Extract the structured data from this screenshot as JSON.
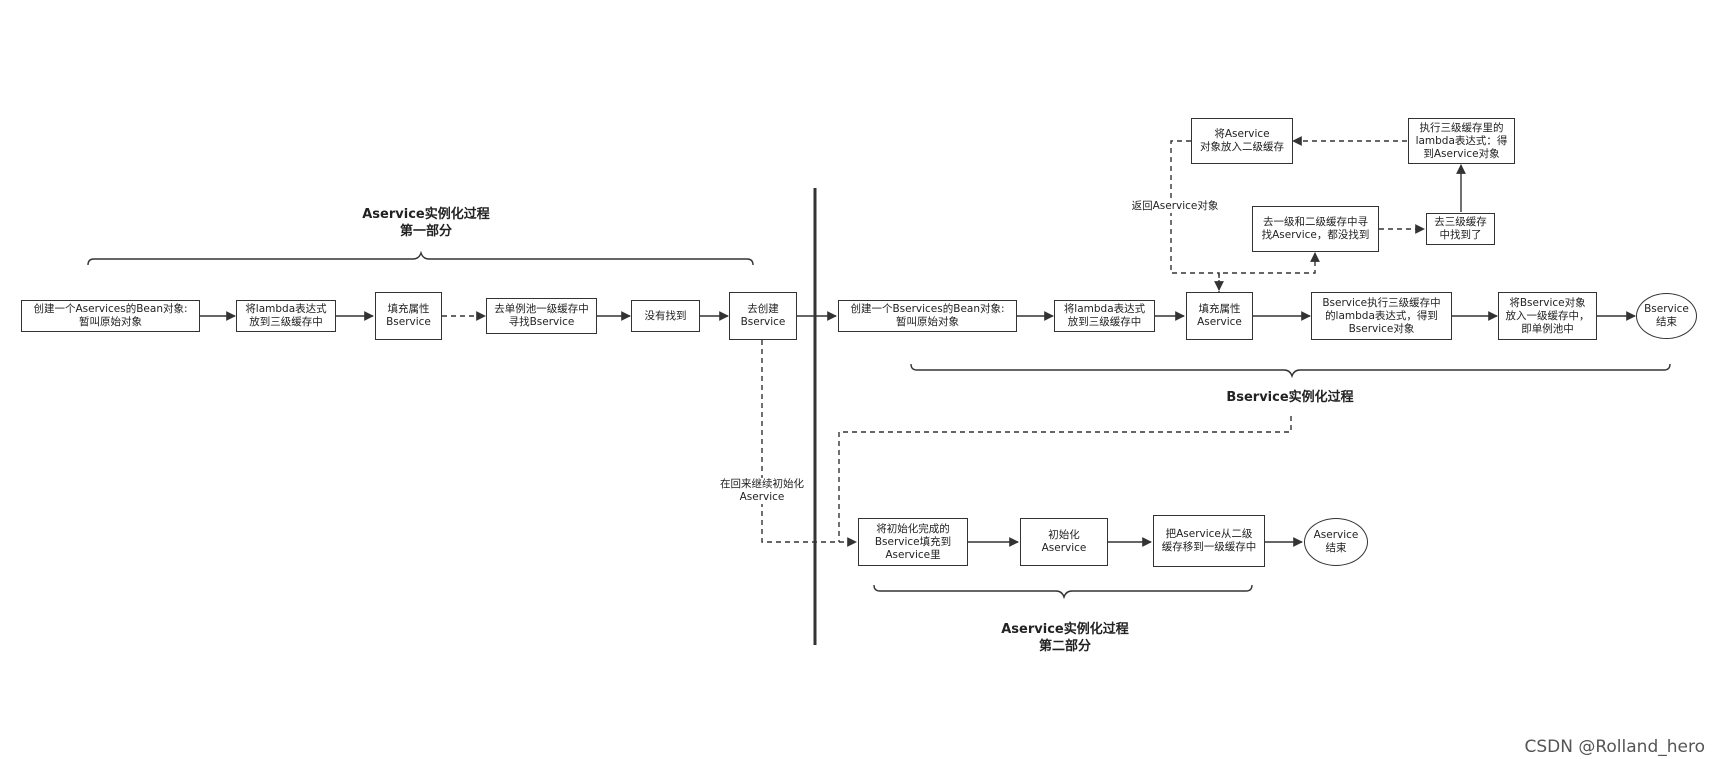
{
  "titles": {
    "a_part1": "Aservice实例化过程\n第一部分",
    "b_process": "Bservice实例化过程",
    "a_part2": "Aservice实例化过程\n第二部分"
  },
  "nodes": {
    "a_create": "创建一个Aservices的Bean对象:\n暂叫原始对象",
    "a_lambda": "将lambda表达式\n放到三级缓存中",
    "a_fill": "填充属性\nBservice",
    "a_lookup": "去单例池一级缓存中\n寻找Bservice",
    "a_notfound": "没有找到",
    "a_gocreate": "去创建\nBservice",
    "b_create": "创建一个Bservices的Bean对象:\n暂叫原始对象",
    "b_lambda": "将lambda表达式\n放到三级缓存中",
    "b_fill": "填充属性\nAservice",
    "b_exec": "Bservice执行三级缓存中\n的lambda表达式，得到\nBservice对象",
    "b_put": "将Bservice对象\n放入一级缓存中，\n即单例池中",
    "b_end": "Bservice\n结束",
    "c_search12": "去一级和二级缓存中寻\n找Aservice，都没找到",
    "c_search3": "去三级缓存\n中找到了",
    "c_exec": "执行三级缓存里的\nlambda表达式：得\n到Aservice对象",
    "c_put2": "将Aservice\n对象放入二级缓存",
    "a2_fill": "将初始化完成的\nBservice填充到\nAservice里",
    "a2_init": "初始化\nAservice",
    "a2_move": "把Aservice从二级\n缓存移到一级缓存中",
    "a2_end": "Aservice\n结束"
  },
  "edge_labels": {
    "return_a": "返回Aservice对象",
    "continue_init": "在回来继续初始化\nAservice"
  },
  "watermark": "CSDN @Rolland_hero"
}
